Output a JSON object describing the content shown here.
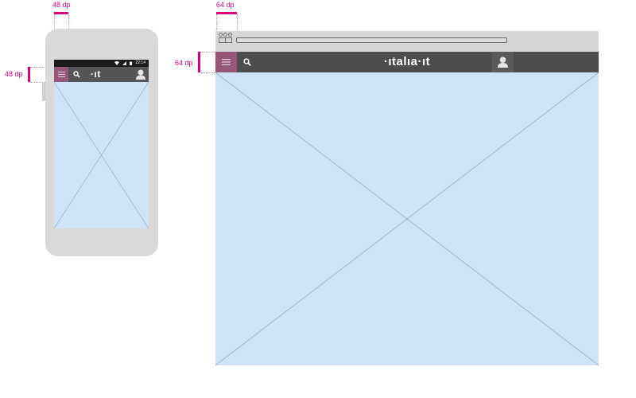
{
  "colors": {
    "annotation": "#d8007f",
    "app_bar": "#4d4d50",
    "menu_accent": "#955879",
    "placeholder": "#cfe3f6",
    "device_body": "#d9d9d9"
  },
  "mobile": {
    "width_label": "48 dp",
    "height_label": "48 dp",
    "status_time": "22:14",
    "brand": "·ıt",
    "icons": [
      "menu-icon",
      "search-icon",
      "user-icon",
      "wifi-icon",
      "signal-icon",
      "battery-icon"
    ]
  },
  "desktop": {
    "width_label": "64 dp",
    "height_label": "64 dp",
    "brand": "·ıtalıa·ıt",
    "icons": [
      "menu-icon",
      "search-icon",
      "user-icon"
    ]
  }
}
